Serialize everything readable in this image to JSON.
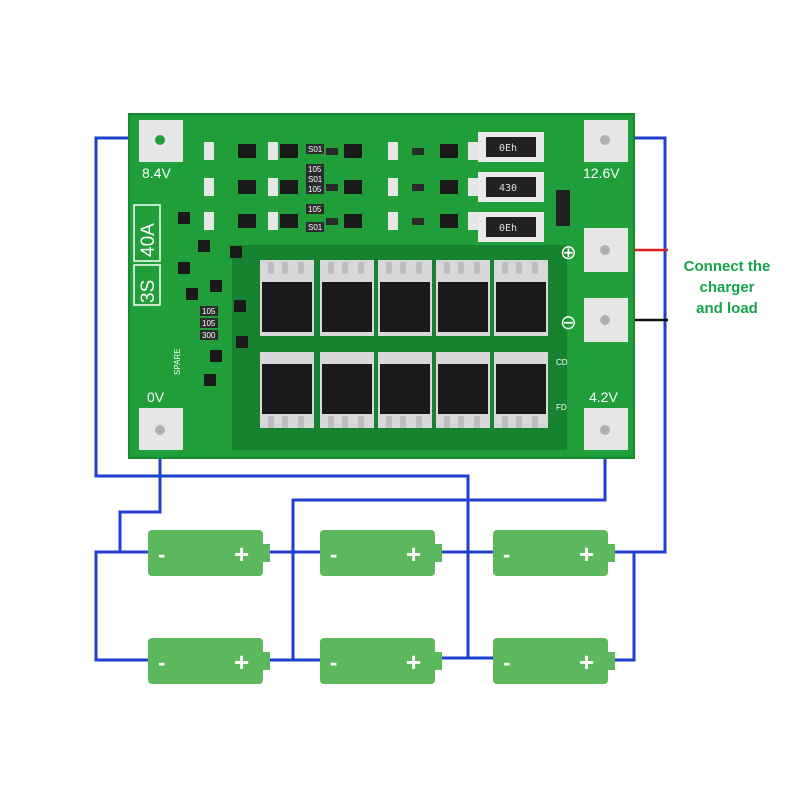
{
  "board": {
    "model_label": "3S",
    "current_label": "40A",
    "spare_label": "SPARE",
    "cd_label": "CD",
    "fd_label": "FD"
  },
  "pads": {
    "top_left": "8.4V",
    "top_right": "12.6V",
    "bottom_left": "0V",
    "bottom_right": "4.2V",
    "plus_symbol": "⊕",
    "minus_symbol": "⊖"
  },
  "resistors": [
    "0Eh",
    "430",
    "0Eh"
  ],
  "smd_codes": [
    "105",
    "105",
    "105",
    "S01",
    "S01",
    "S01",
    "300",
    "105",
    "105"
  ],
  "callout": {
    "lines": [
      "Connect the",
      "charger",
      "and load"
    ],
    "colors": {
      "positive_wire": "#e11d1d",
      "negative_wire": "#111111"
    }
  },
  "batteries": {
    "minus_sign": "-",
    "plus_sign": "+",
    "color": "#5cb85c",
    "count": 6
  },
  "colors": {
    "pcb": "#1f9e3a",
    "pcb_dark": "#17822f",
    "wire": "#1f3fcf",
    "pad": "#e6e6e6",
    "mosfet": "#1a1a1a"
  }
}
